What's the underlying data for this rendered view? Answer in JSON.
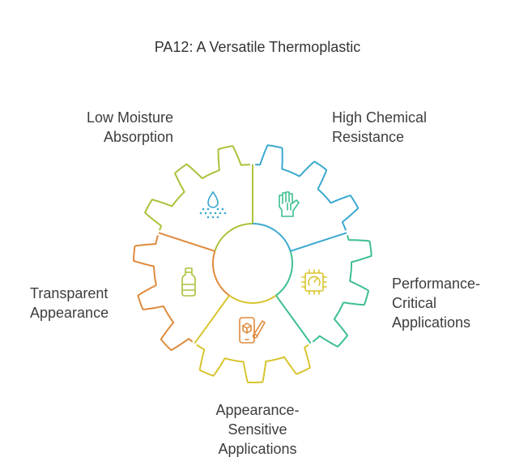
{
  "title": "PA12: A Versatile Thermoplastic",
  "segments": [
    {
      "label": "Low Moisture\nAbsorption",
      "icon": "water-drops-icon",
      "color": "#3aa9cf"
    },
    {
      "label": "High Chemical\nResistance",
      "icon": "hand-shield-icon",
      "color": "#3dbf8f"
    },
    {
      "label": "Performance-\nCritical\nApplications",
      "icon": "chip-gauge-icon",
      "color": "#d8c42e"
    },
    {
      "label": "Appearance-\nSensitive\nApplications",
      "icon": "phone-paint-icon",
      "color": "#e08a3c"
    },
    {
      "label": "Transparent\nAppearance",
      "icon": "bottle-icon",
      "color": "#a9c23a"
    }
  ]
}
